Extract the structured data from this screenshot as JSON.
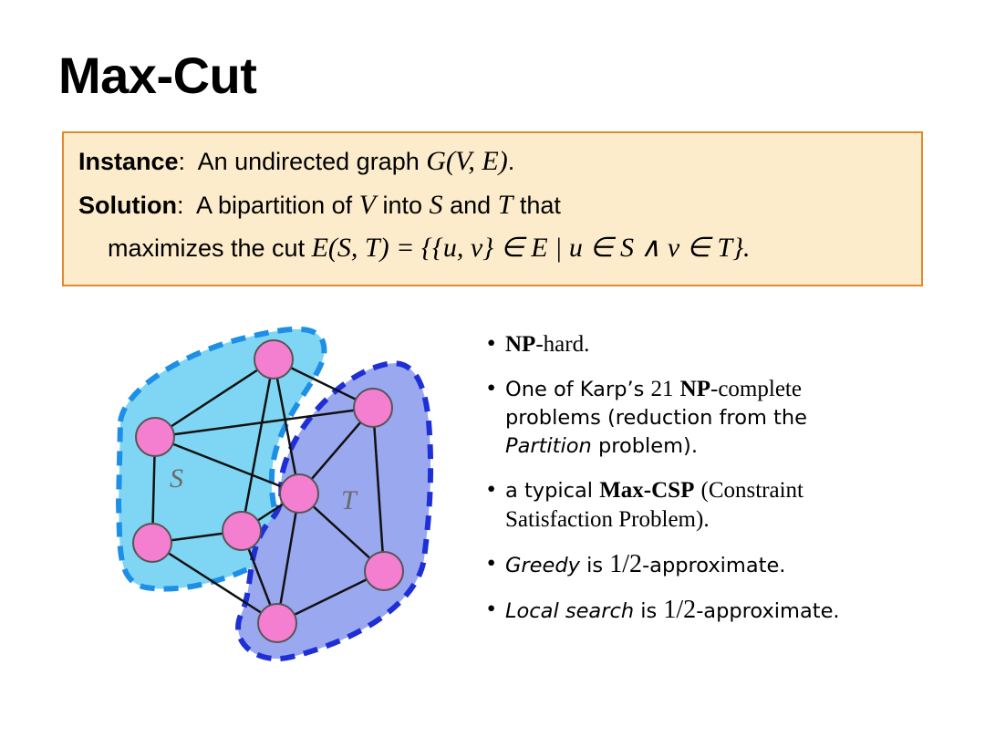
{
  "slide": {
    "title": "Max-Cut"
  },
  "definition": {
    "instance_label": "Instance",
    "instance_text": "An undirected graph",
    "instance_math": "G(V, E)",
    "solution_label": "Solution",
    "solution_text_a": "A bipartition of",
    "solution_math_v": "V",
    "solution_text_b": "into",
    "solution_math_s": "S",
    "solution_text_c": "and",
    "solution_math_t": "T",
    "solution_text_d": "that",
    "cut_text": "maximizes the cut",
    "cut_formula": "E(S, T) = {{u, v} ∈ E | u ∈ S ∧ v ∈ T}."
  },
  "graph": {
    "set_s_label": "S",
    "set_t_label": "T",
    "colors": {
      "node_fill": "#f47fd0",
      "s_region": "#7fd6f4",
      "s_border": "#1e8fe6",
      "t_region": "#9aa8f0",
      "t_border": "#1f2fd6"
    }
  },
  "bullets": {
    "b1_bold": "NP",
    "b1_rest": "-hard.",
    "b2_a": "One of Karp’s",
    "b2_num": "21",
    "b2_bold": "NP",
    "b2_b": "-complete",
    "b2_c": "problems (reduction from the",
    "b2_it": "Partition",
    "b2_d": "problem).",
    "b3_a": "a typical",
    "b3_bold": "Max-CSP",
    "b3_b": "(Constraint",
    "b3_c": "Satisfaction Problem).",
    "b4_it": "Greedy",
    "b4_a": "is",
    "b4_frac": "1/2",
    "b4_b": "-approximate.",
    "b5_it": "Local search",
    "b5_a": "is",
    "b5_frac": "1/2",
    "b5_b": "-approximate."
  }
}
